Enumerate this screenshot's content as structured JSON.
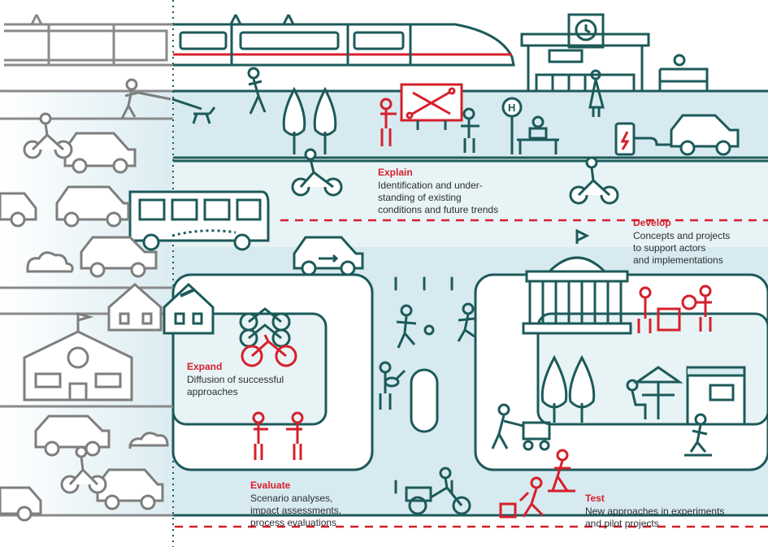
{
  "colors": {
    "stroke": "#1d5a5a",
    "accent": "#d6202c",
    "road": "#d7eaf0",
    "road_light": "#e8f3f6",
    "left_fade": "#9a9a9a",
    "text": "#2a2f33"
  },
  "phases": [
    {
      "title": "Explain",
      "text": "Identification and under-\nstanding of existing\nconditions and future trends"
    },
    {
      "title": "Develop",
      "text": "Concepts and projects\nto support actors\nand implementations"
    },
    {
      "title": "Expand",
      "text": "Diffusion of successful\napproaches"
    },
    {
      "title": "Evaluate",
      "text": "Scenario analyses,\nimpact assessments,\nprocess evaluations"
    },
    {
      "title": "Test",
      "text": "New approaches in experiments\nand pilot projects"
    }
  ],
  "signs": {
    "bus_stop": "H"
  },
  "icons": [
    "train-icon",
    "station-icon",
    "clock-icon",
    "bench-icon",
    "tree-icon",
    "presentation-board-icon",
    "bus-stop-sign-icon",
    "charging-station-icon",
    "car-icon",
    "bus-icon",
    "bicycle-icon",
    "cyclist-icon",
    "pedestrian-icon",
    "dog-icon",
    "house-icon",
    "school-icon",
    "town-hall-icon",
    "cafe-icon",
    "shop-icon",
    "skateboarder-icon",
    "stroller-icon",
    "cargo-bike-icon",
    "cloud-icon",
    "ball-icon",
    "guitarist-icon",
    "money-bag-icon",
    "construction-worker-icon",
    "paint-bucket-icon"
  ]
}
